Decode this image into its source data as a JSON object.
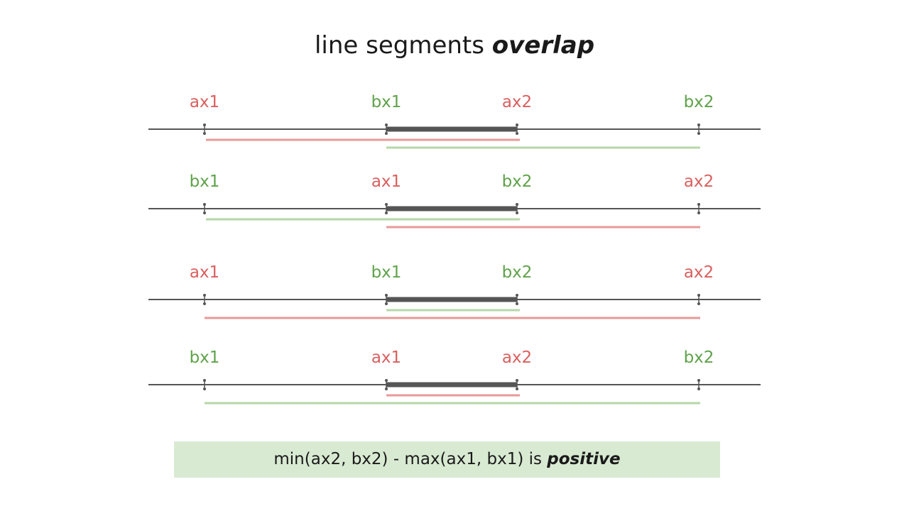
{
  "title": {
    "text": "line segments ",
    "emphasis": "overlap"
  },
  "formula": {
    "text": "min(ax2, bx2) - max(ax1, bx1) is ",
    "emphasis": "positive"
  },
  "colors": {
    "a": "#d9605f",
    "b": "#5fa24a",
    "a_bar": "#ea9999",
    "b_bar": "#b6d7a8",
    "axis": "#555555",
    "overlap": "#555555"
  },
  "rows": [
    {
      "labels": [
        {
          "text": "ax1",
          "group": "a"
        },
        {
          "text": "bx1",
          "group": "b"
        },
        {
          "text": "ax2",
          "group": "a"
        },
        {
          "text": "bx2",
          "group": "b"
        }
      ],
      "upper": "a",
      "lower": "b"
    },
    {
      "labels": [
        {
          "text": "bx1",
          "group": "b"
        },
        {
          "text": "ax1",
          "group": "a"
        },
        {
          "text": "bx2",
          "group": "b"
        },
        {
          "text": "ax2",
          "group": "a"
        }
      ],
      "upper": "b",
      "lower": "a"
    },
    {
      "labels": [
        {
          "text": "ax1",
          "group": "a"
        },
        {
          "text": "bx1",
          "group": "b"
        },
        {
          "text": "bx2",
          "group": "b"
        },
        {
          "text": "ax2",
          "group": "a"
        }
      ],
      "upper": "b",
      "lower": "a"
    },
    {
      "labels": [
        {
          "text": "bx1",
          "group": "b"
        },
        {
          "text": "ax1",
          "group": "a"
        },
        {
          "text": "ax2",
          "group": "a"
        },
        {
          "text": "bx2",
          "group": "b"
        }
      ],
      "upper": "a",
      "lower": "b"
    }
  ]
}
